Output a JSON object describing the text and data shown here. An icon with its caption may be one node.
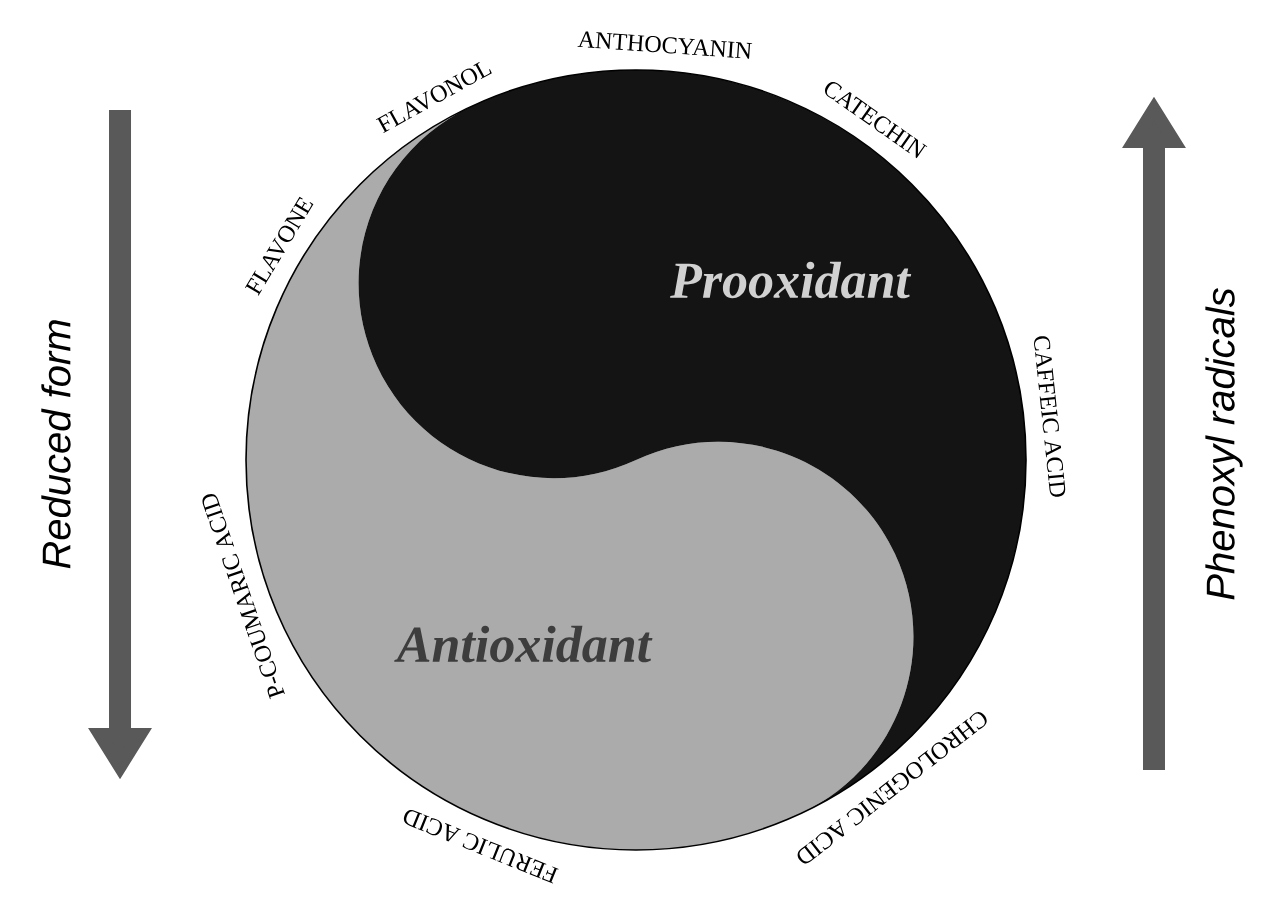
{
  "diagram": {
    "nodes": [
      {
        "text": [
          "Prooxidant"
        ]
      },
      {
        "text": [
          "Antioxidant"
        ]
      }
    ],
    "labels": [
      "Reduced form",
      "FLAVONE",
      "FLAVONOL",
      "ANTHOCYANIN",
      "CATECHIN",
      "CAFFEIC ACID",
      "CHROLOGENIC ACID",
      "FERULIC ACID",
      "P-COUMARIC ACID",
      "Phenoxyl radicals"
    ]
  }
}
